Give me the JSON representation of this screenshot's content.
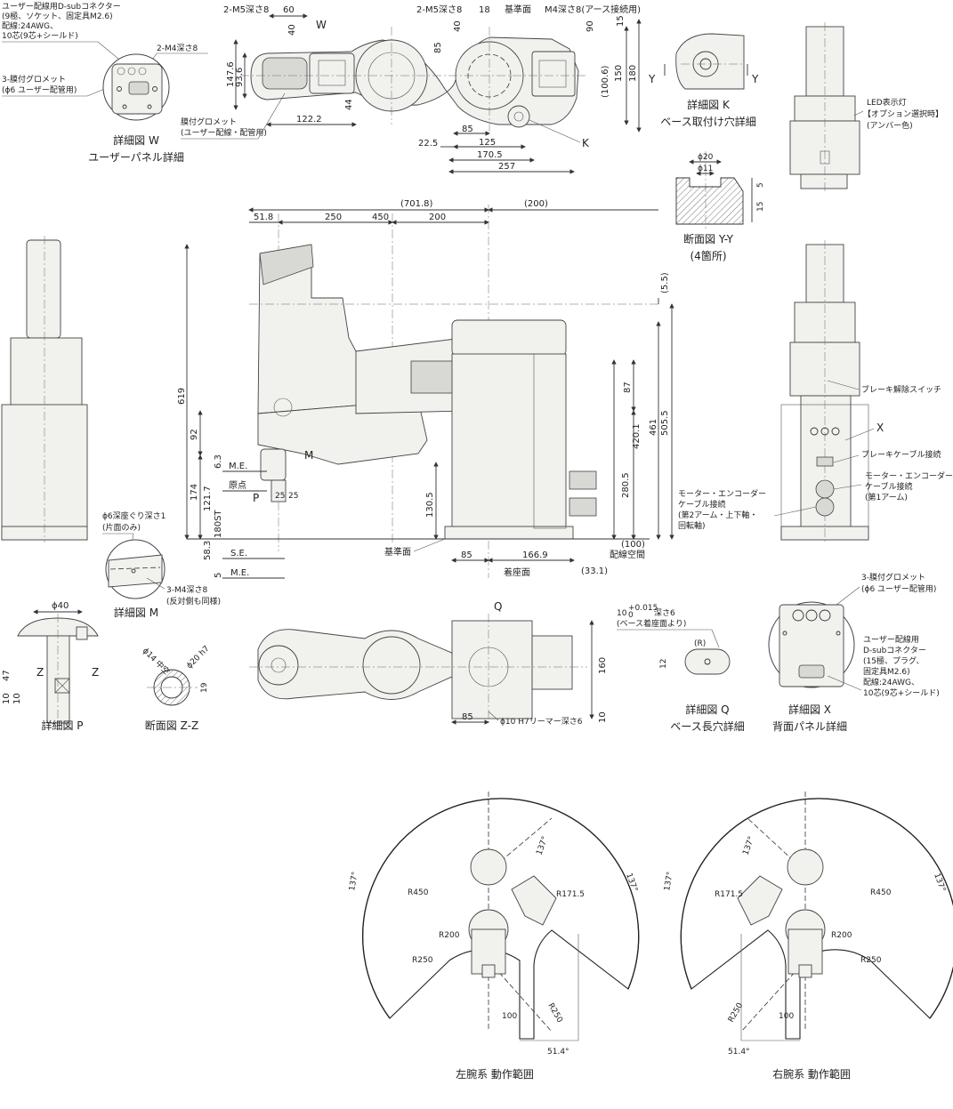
{
  "colors": {
    "line": "#333333",
    "body_fill": "#f1f1ee",
    "dark_fill": "#8a8a86",
    "background": "#ffffff"
  },
  "detail_w": {
    "title": "詳細図 W",
    "subtitle": "ユーザーパネル詳細",
    "note_dsub": [
      "ユーザー配線用D-subコネクター",
      "(9極、ソケット、固定具M2.6)",
      "配線:24AWG、",
      "10芯(9芯+シールド)"
    ],
    "note_grommet": [
      "3-膜付グロメット",
      "(ϕ6 ユーザー配管用)"
    ],
    "note_m4": "2-M4深さ8"
  },
  "top_view": {
    "labels": {
      "m5_left": "2-M5深さ8",
      "w_marker": "W",
      "m5_right": "2-M5深さ8",
      "datum": "基準面",
      "m4_earth": "M4深さ8(アース接続用)",
      "grommet_note": [
        "膜付グロメット",
        "(ユーザー配線・配管用)"
      ],
      "k_marker": "K"
    },
    "dims": {
      "d60": "60",
      "d40a": "40",
      "d40b": "40",
      "d18": "18",
      "d147_6": "147.6",
      "d93_6": "93.6",
      "d44": "44",
      "d85a": "85",
      "d122_2": "122.2",
      "d90": "90",
      "d15": "15",
      "d150": "150",
      "d100_6": "(100.6)",
      "d180": "180",
      "d22_5": "22.5",
      "d85b": "85",
      "d125": "125",
      "d170_5": "170.5",
      "d257": "257"
    }
  },
  "detail_k": {
    "title": "詳細図 K",
    "subtitle": "ベース取付け穴詳細",
    "y_marker": "Y"
  },
  "section_yy": {
    "title": "断面図 Y-Y",
    "subtitle": "(4箇所)",
    "dims": {
      "phi20": "ϕ20",
      "phi11": "ϕ11",
      "d5": "5",
      "d15": "15"
    }
  },
  "led_note": [
    "LED表示灯",
    "【オプション選択時】",
    "(アンバー色)"
  ],
  "main_side": {
    "dims": {
      "d701_8": "(701.8)",
      "d51_8": "51.8",
      "d450": "450",
      "d250": "250",
      "d200": "200",
      "d200p": "(200)",
      "d5_5": "(5.5)",
      "d619": "619",
      "d87": "87",
      "d505_5": "505.5",
      "d461": "461",
      "d420_1": "420.1",
      "d280_5": "280.5",
      "d92": "92",
      "d6_3": "6.3",
      "d174": "174",
      "d121_7": "121.7",
      "d180st": "180ST",
      "d58_3": "58.3",
      "d5": "5",
      "d130_5": "130.5",
      "d25a": "25",
      "d25b": "25",
      "d85": "85",
      "d166_9": "166.9",
      "d100p": "(100)",
      "d33_1": "(33.1)"
    },
    "labels": {
      "me_top": "M.E.",
      "origin": "原点",
      "p_marker": "P",
      "m_marker": "M",
      "se": "S.E.",
      "me_bottom": "M.E.",
      "datum": "基準面",
      "mount_face": "着座面",
      "wiring_space": "配線空間"
    }
  },
  "rear_view": {
    "brake_release": "ブレーキ解除スイッチ",
    "x_marker": "X",
    "brake_cable": "ブレーキケーブル接続",
    "motor_cable_1": [
      "モーター・エンコーダー",
      "ケーブル接続",
      "(第1アーム)"
    ],
    "motor_cable_2": [
      "モーター・エンコーダー",
      "ケーブル接続",
      "(第2アーム・上下軸・",
      "回転軸)"
    ]
  },
  "detail_m": {
    "title": "詳細図 M",
    "note_counterbore": [
      "ϕ6深座ぐり深さ1",
      "(片面のみ)"
    ],
    "note_m4": [
      "3-M4深さ8",
      "(反対側も同様)"
    ]
  },
  "detail_p": {
    "title": "詳細図 P",
    "dims": {
      "phi40": "ϕ40",
      "d47": "47",
      "d10a": "10",
      "d10b": "10"
    },
    "z_marker": "Z"
  },
  "section_zz": {
    "title": "断面図 Z-Z",
    "dims": {
      "phi14": "ϕ14 中空",
      "phi20": "ϕ20 h7",
      "d19": "19"
    }
  },
  "bottom_view": {
    "q_marker": "Q",
    "dims": {
      "d160": "160",
      "d85": "85",
      "d10": "10"
    },
    "reamer": "ϕ10 H7リーマー深さ6"
  },
  "detail_q": {
    "title": "詳細図 Q",
    "subtitle": "ベース長穴詳細",
    "tol": "10",
    "tol_upper": "+0.015",
    "tol_lower": "0",
    "depth": "深さ6",
    "note": "(ベース着座面より)",
    "r_label": "(R)",
    "d12": "12"
  },
  "detail_x": {
    "title": "詳細図 X",
    "subtitle": "背面パネル詳細",
    "note_grommet": [
      "3-膜付グロメット",
      "(ϕ6 ユーザー配管用)"
    ],
    "note_dsub": [
      "ユーザー配線用",
      "D-subコネクター",
      "(15極、プラグ、",
      "固定具M2.6)",
      "配線:24AWG、",
      "10芯(9芯+シールド)"
    ]
  },
  "left_range": {
    "title": "左腕系 動作範囲",
    "labels": {
      "a137_left": "137°",
      "a137_top": "137°",
      "a137_right": "137°",
      "r450": "R450",
      "r171_5": "R171.5",
      "r200": "R200",
      "r250a": "R250",
      "r250b": "R250",
      "d100": "100",
      "a51_4": "51.4°"
    }
  },
  "right_range": {
    "title": "右腕系 動作範囲",
    "labels": {
      "a137_left": "137°",
      "a137_top": "137°",
      "a137_right": "137°",
      "r450": "R450",
      "r171_5": "R171.5",
      "r200": "R200",
      "r250a": "R250",
      "r250b": "R250",
      "d100": "100",
      "a51_4": "51.4°"
    }
  }
}
